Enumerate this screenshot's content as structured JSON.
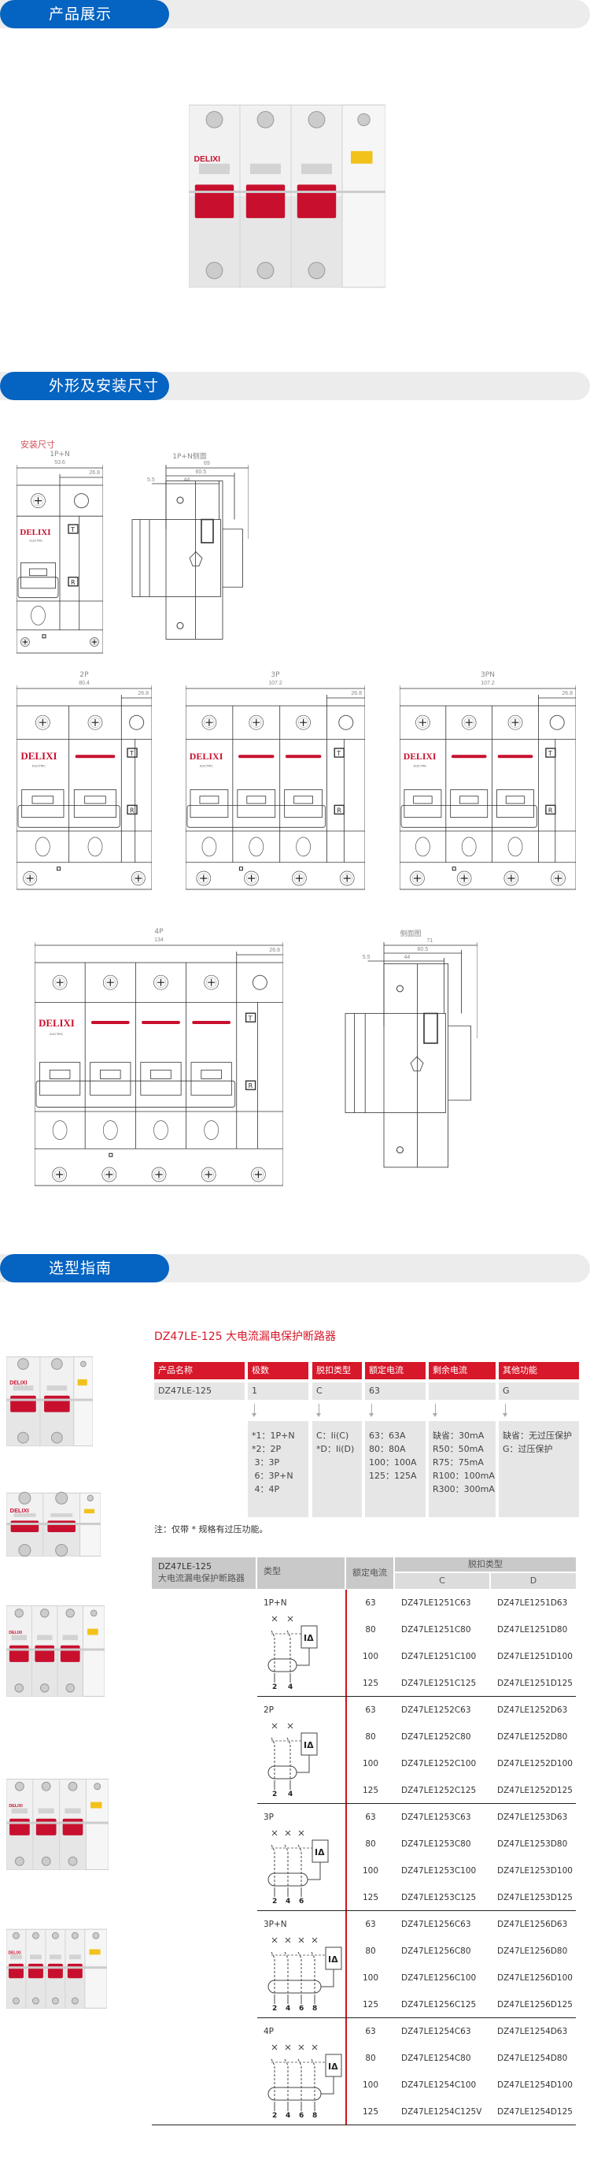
{
  "sections": {
    "product": "产品展示",
    "dimensions": "外形及安装尺寸",
    "selection": "选型指南"
  },
  "brand": {
    "logo": "DELIXI",
    "sub": "ELECTRIC"
  },
  "colors": {
    "accent_blue": "#0563c1",
    "table_red": "#d7182a",
    "cell_gray": "#e6e6e7"
  },
  "dimensions": {
    "label": "安装尺寸",
    "drawings": [
      {
        "id": "1pn",
        "title": "1P+N",
        "dims": [
          "53.6",
          "26.8"
        ]
      },
      {
        "id": "1pn-side",
        "title": "1P+N侧面",
        "dims": [
          "69",
          "60.5",
          "44",
          "5.5"
        ]
      },
      {
        "id": "2p",
        "title": "2P",
        "dims": [
          "80.4",
          "26.8"
        ]
      },
      {
        "id": "3p",
        "title": "3P",
        "dims": [
          "107.2",
          "26.8"
        ]
      },
      {
        "id": "3pn",
        "title": "3PN",
        "dims": [
          "107.2",
          "26.8"
        ]
      },
      {
        "id": "4p",
        "title": "4P",
        "dims": [
          "134",
          "26.8"
        ]
      },
      {
        "id": "side",
        "title": "侧面图",
        "dims": [
          "71",
          "60.5",
          "44",
          "5.5"
        ]
      }
    ]
  },
  "selection": {
    "title": "DZ47LE-125 大电流漏电保护断路器",
    "code_table": {
      "headers": [
        "产品名称",
        "极数",
        "脱扣类型",
        "额定电流",
        "剩余电流",
        "其他功能"
      ],
      "values": [
        "DZ47LE-125",
        "1",
        "C",
        "63",
        "",
        "G"
      ],
      "options": [
        "",
        "*1：1P+N\n*2：2P\n 3：3P\n 6：3P+N\n 4：4P",
        "C：Ii(C)\n*D：Ii(D)",
        "63：63A\n80：80A\n100：100A\n125：125A",
        "缺省：30mA\nR50：50mA\nR75：75mA\nR100：100mA\nR300：300mA",
        "缺省：无过压保护\nG：过压保护"
      ]
    },
    "note": "注：仅带 * 规格有过压功能。",
    "model_table": {
      "product_line1": "DZ47LE-125",
      "product_line2": "大电流漏电保护断路器",
      "type_header": "类型",
      "rated_header": "额定电流",
      "trip_header": "脱扣类型",
      "trip_c": "C",
      "trip_d": "D",
      "rcd_symbol": "IΔ",
      "groups": [
        {
          "type": "1P+N",
          "terminals": [
            "2",
            "4"
          ],
          "rows": [
            [
              "63",
              "DZ47LE1251C63",
              "DZ47LE1251D63"
            ],
            [
              "80",
              "DZ47LE1251C80",
              "DZ47LE1251D80"
            ],
            [
              "100",
              "DZ47LE1251C100",
              "DZ47LE1251D100"
            ],
            [
              "125",
              "DZ47LE1251C125",
              "DZ47LE1251D125"
            ]
          ]
        },
        {
          "type": "2P",
          "terminals": [
            "2",
            "4"
          ],
          "rows": [
            [
              "63",
              "DZ47LE1252C63",
              "DZ47LE1252D63"
            ],
            [
              "80",
              "DZ47LE1252C80",
              "DZ47LE1252D80"
            ],
            [
              "100",
              "DZ47LE1252C100",
              "DZ47LE1252D100"
            ],
            [
              "125",
              "DZ47LE1252C125",
              "DZ47LE1252D125"
            ]
          ]
        },
        {
          "type": "3P",
          "terminals": [
            "2",
            "4",
            "6"
          ],
          "rows": [
            [
              "63",
              "DZ47LE1253C63",
              "DZ47LE1253D63"
            ],
            [
              "80",
              "DZ47LE1253C80",
              "DZ47LE1253D80"
            ],
            [
              "100",
              "DZ47LE1253C100",
              "DZ47LE1253D100"
            ],
            [
              "125",
              "DZ47LE1253C125",
              "DZ47LE1253D125"
            ]
          ]
        },
        {
          "type": "3P+N",
          "terminals": [
            "2",
            "4",
            "6",
            "8"
          ],
          "rows": [
            [
              "63",
              "DZ47LE1256C63",
              "DZ47LE1256D63"
            ],
            [
              "80",
              "DZ47LE1256C80",
              "DZ47LE1256D80"
            ],
            [
              "100",
              "DZ47LE1256C100",
              "DZ47LE1256D100"
            ],
            [
              "125",
              "DZ47LE1256C125",
              "DZ47LE1256D125"
            ]
          ]
        },
        {
          "type": "4P",
          "terminals": [
            "2",
            "4",
            "6",
            "8"
          ],
          "rows": [
            [
              "63",
              "DZ47LE1254C63",
              "DZ47LE1254D63"
            ],
            [
              "80",
              "DZ47LE1254C80",
              "DZ47LE1254D80"
            ],
            [
              "100",
              "DZ47LE1254C100",
              "DZ47LE1254D100"
            ],
            [
              "125",
              "DZ47LE1254C125V",
              "DZ47LE1254D125"
            ]
          ]
        }
      ]
    }
  }
}
